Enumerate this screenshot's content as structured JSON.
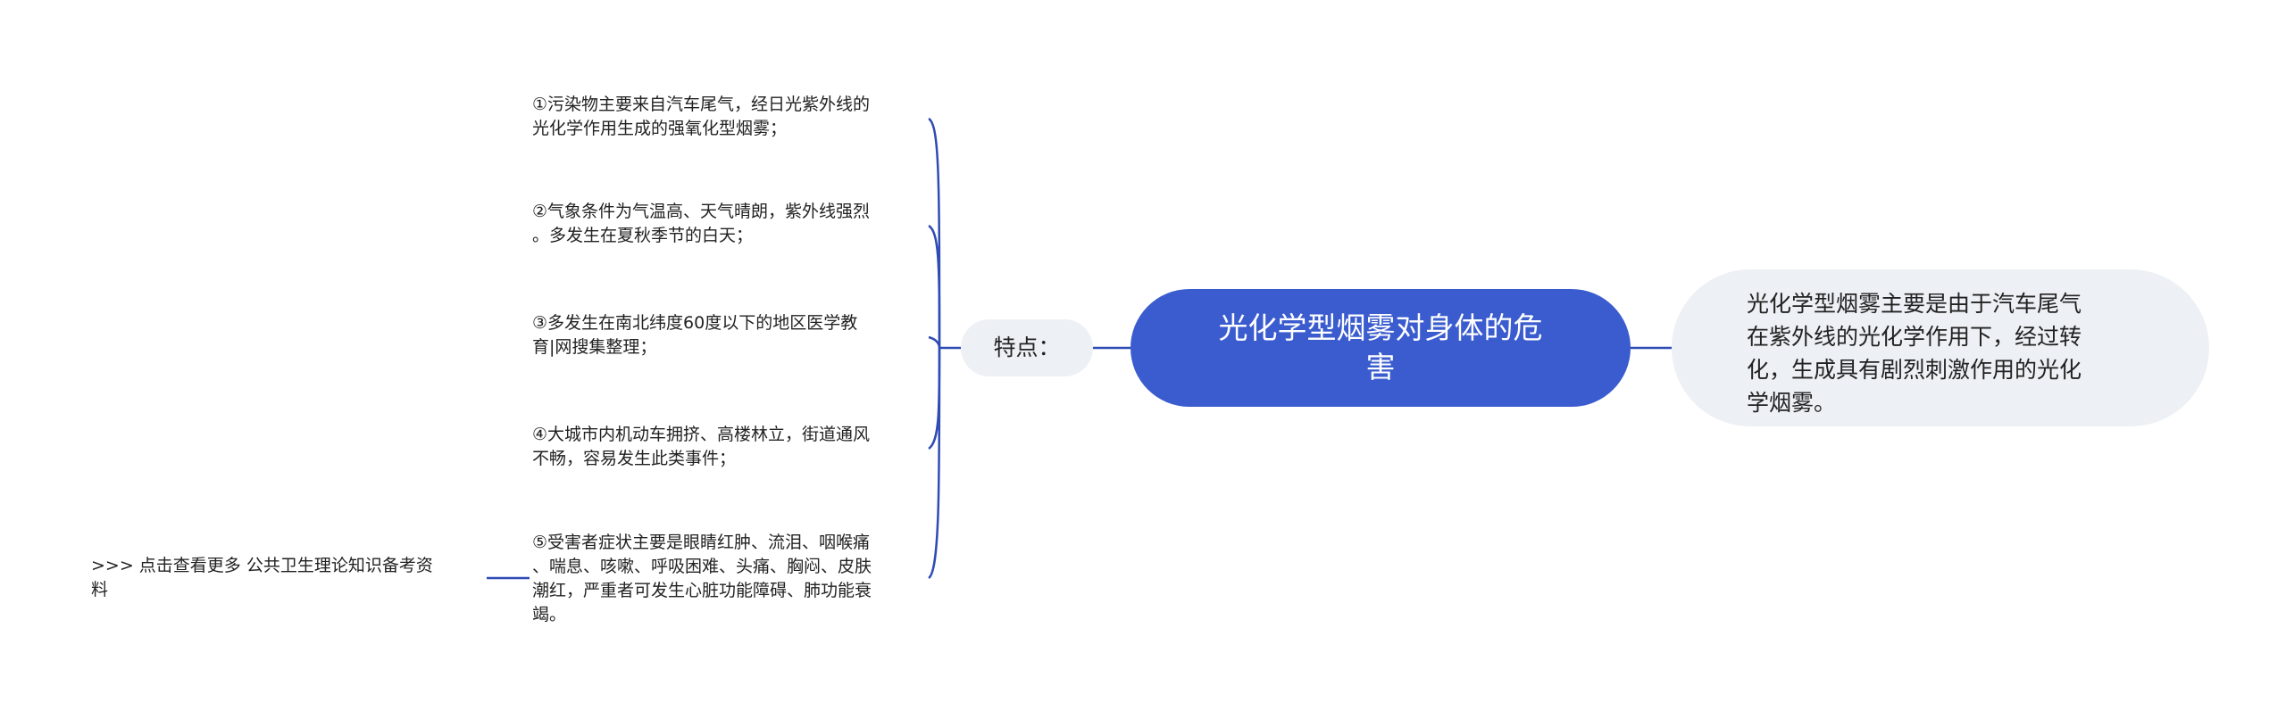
{
  "mindmap": {
    "central_topic": "光化学型烟雾对身体的危\n害",
    "right_detail": "光化学型烟雾主要是由于汽车尾气\n在紫外线的光化学作用下，经过转\n化，生成具有剧烈刺激作用的光化\n学烟雾。",
    "feature_label": "特点：",
    "items": [
      "①污染物主要来自汽车尾气，经日光紫外线的\n光化学作用生成的强氧化型烟雾；",
      "②气象条件为气温高、天气晴朗，紫外线强烈\n。多发生在夏秋季节的白天；",
      "③多发生在南北纬度60度以下的地区医学教\n育|网搜集整理；",
      "④大城市内机动车拥挤、高楼林立，街道通风\n不畅，容易发生此类事件；",
      "⑤受害者症状主要是眼睛红肿、流泪、咽喉痛\n、喘息、咳嗽、呼吸困难、头痛、胸闷、皮肤\n潮红，严重者可发生心脏功能障碍、肺功能衰\n竭。"
    ],
    "more_link": ">>> 点击查看更多 公共卫生理论知识备考资\n料"
  },
  "colors": {
    "central_fill": "#3b5ccf",
    "node_fill": "#edf0f4",
    "connector": "#2f4bb5",
    "text": "#222222"
  }
}
